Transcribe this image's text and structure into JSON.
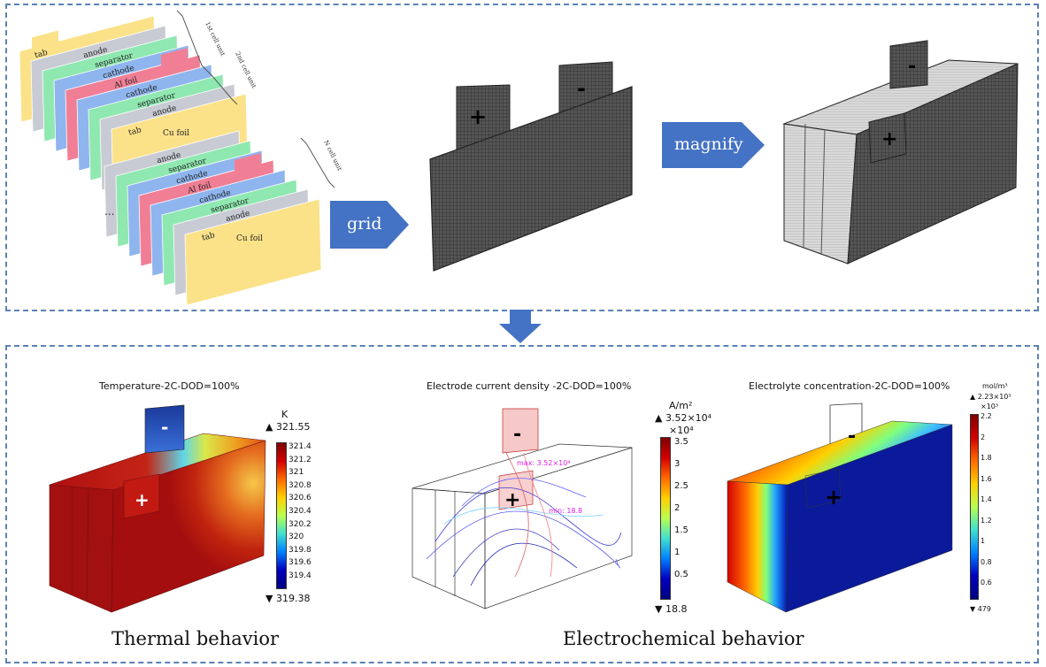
{
  "top": {
    "layer_labels": {
      "tab": "tab",
      "anode": "anode",
      "separator": "separator",
      "cathode": "cathode",
      "al_foil": "Al foil",
      "cu_foil": "Cu foil"
    },
    "bracket_labels": [
      "1st cell unit",
      "2nd cell unit",
      "N cell unit"
    ],
    "ellipsis": "...",
    "grid_arrow_label": "grid",
    "magnify_arrow_label": "magnify",
    "plus": "+",
    "minus": "-"
  },
  "bottom": {
    "thermal": {
      "title": "Temperature-2C-DOD=100%",
      "unit": "K",
      "max_label": "▲ 321.55",
      "min_label": "▼ 319.38",
      "ticks": [
        "321.4",
        "321.2",
        "321",
        "320.8",
        "320.6",
        "320.4",
        "320.2",
        "320",
        "319.8",
        "319.6",
        "319.4"
      ],
      "caption": "Thermal behavior"
    },
    "electrode": {
      "title": "Electrode current density -2C-DOD=100%",
      "unit": "A/m²",
      "max_label": "▲ 3.52×10⁴",
      "scale": "×10⁴",
      "min_label": "▼ 18.8",
      "ticks": [
        "3.5",
        "3",
        "2.5",
        "2",
        "1.5",
        "1",
        "0.5"
      ],
      "annotations": [
        "max: 3.52×10⁴",
        "min: 18.8"
      ]
    },
    "electrolyte": {
      "title": "Electrolyte concentration-2C-DOD=100%",
      "unit": "mol/m³",
      "max_label": "▲ 2.23×10³",
      "scale": "×10³",
      "min_label": "▼ 479",
      "ticks": [
        "2.2",
        "2",
        "1.8",
        "1.6",
        "1.4",
        "1.2",
        "1",
        "0.8",
        "0.6"
      ]
    },
    "electrochem_caption": "Electrochemical behavior"
  },
  "colors": {
    "border": "#5b82b5",
    "arrow": "#4472c4",
    "tab_layer": "#fbe289",
    "anode_layer": "#c8cbd3",
    "separator_layer": "#8fe8b0",
    "cathode_layer": "#8fb5ee",
    "al_layer": "#f07f95",
    "grid_dark": "#4a4a4a",
    "thermal_red": "#a40e0e"
  }
}
